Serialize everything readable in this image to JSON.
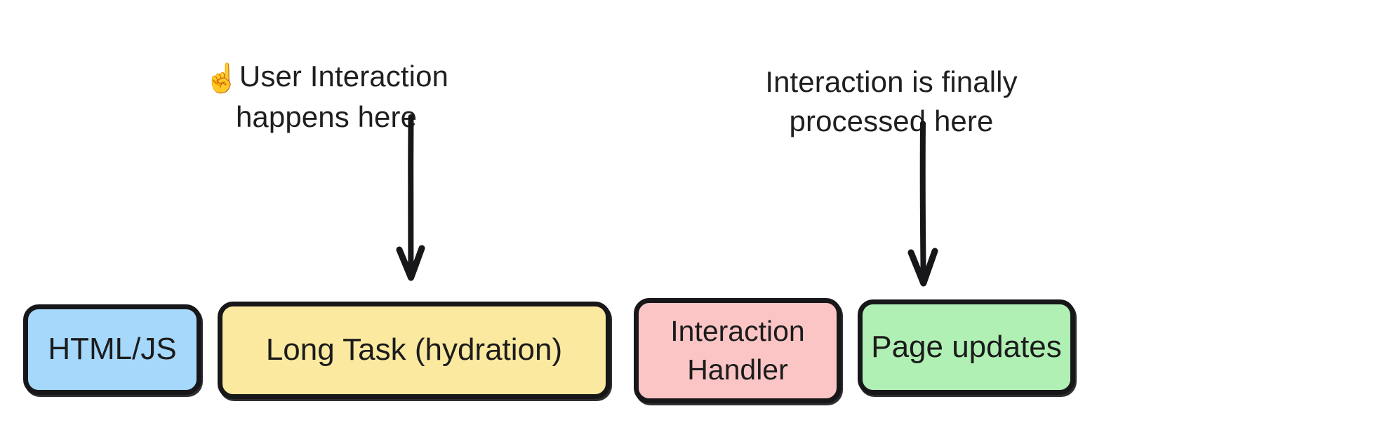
{
  "diagram": {
    "title": "Hydration long task blocking interaction timeline",
    "background_color": "#ffffff",
    "stroke_color": "#17171a",
    "text_color": "#1c1c1c"
  },
  "annotations": [
    {
      "id": "user-interaction-annotation",
      "emoji": "☝️",
      "emoji_name": "index-pointing-up-emoji",
      "text": "User Interaction\nhappens here"
    },
    {
      "id": "interaction-processed-annotation",
      "emoji": "",
      "emoji_name": "",
      "text": "Interaction is finally\nprocessed here"
    }
  ],
  "arrows": [
    {
      "id": "arrow-to-long-task",
      "from": "user-interaction-annotation",
      "to": "box-long-task",
      "direction": "down"
    },
    {
      "id": "arrow-to-interaction-handler",
      "from": "interaction-processed-annotation",
      "to": "box-interaction-handler",
      "direction": "down"
    }
  ],
  "timeline": {
    "blocks": [
      {
        "id": "box-html-js",
        "label": "HTML/JS",
        "color": "#a5d8fb"
      },
      {
        "id": "box-long-task",
        "label": "Long Task (hydration)",
        "color": "#fbe9a0"
      },
      {
        "id": "box-interaction-handler",
        "label": "Interaction\nHandler",
        "color": "#fbc5c5"
      },
      {
        "id": "box-page-updates",
        "label": "Page updates",
        "color": "#b0f0b4"
      }
    ]
  }
}
